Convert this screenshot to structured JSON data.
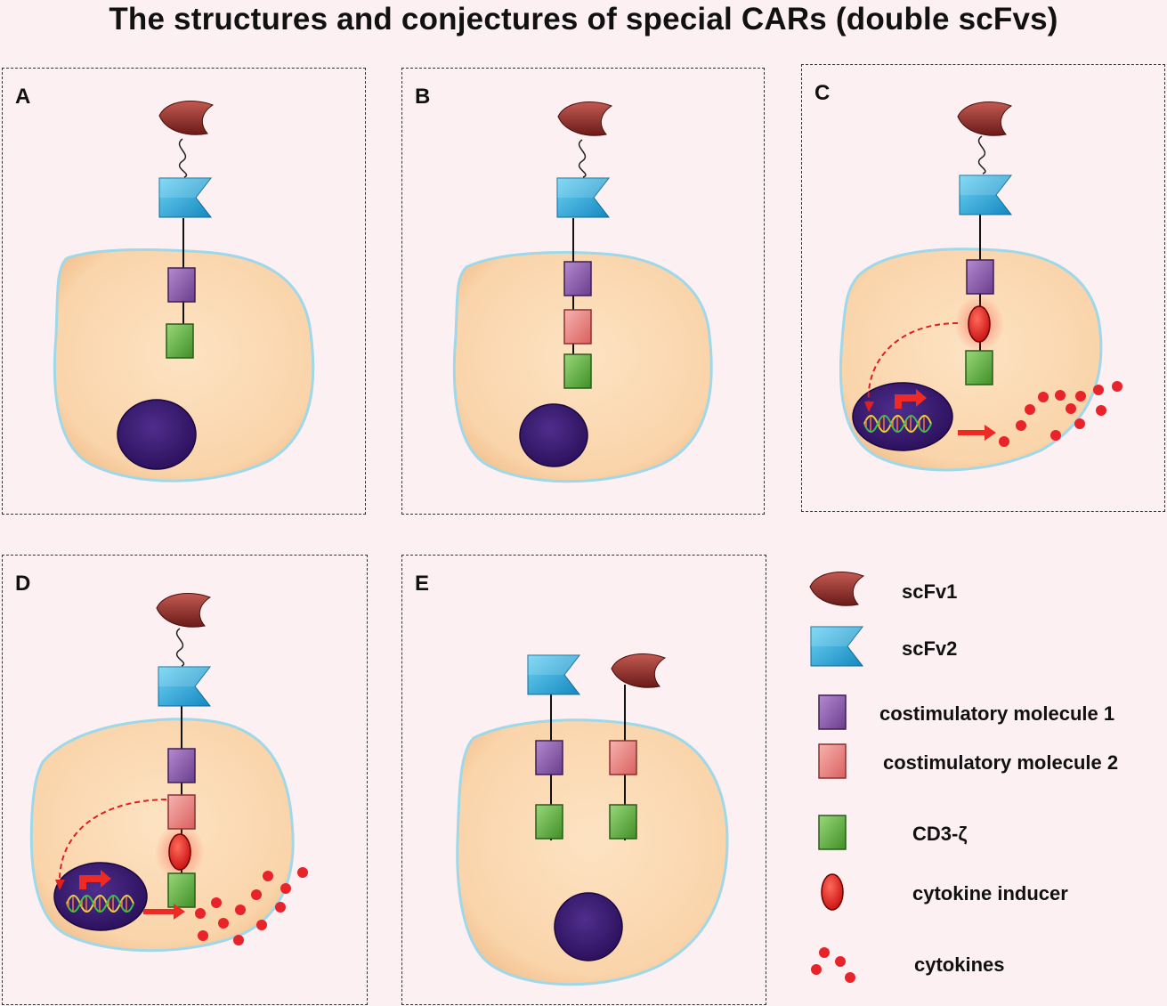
{
  "title": "The structures and conjectures of special CARs (double scFvs)",
  "panels": [
    {
      "label": "A"
    },
    {
      "label": "B"
    },
    {
      "label": "C"
    },
    {
      "label": "D"
    },
    {
      "label": "E"
    }
  ],
  "legend": {
    "scfv1": "scFv1",
    "scfv2": "scFv2",
    "costim1": "costimulatory molecule 1",
    "costim2": "costimulatory molecule 2",
    "cd3z": "CD3-ζ",
    "inducer": "cytokine inducer",
    "cytokines": "cytokines"
  },
  "colors": {
    "background": "#fcf0f3",
    "cell": "#fbd9b3",
    "membrane": "#8fd0e0",
    "nucleus": "#3a1a6e",
    "scfv1": "#8b2a26",
    "scfv2": "#1ea9d9",
    "costim1": "#8a55a8",
    "costim2": "#e9807f",
    "cd3z": "#5aa83a",
    "inducer": "#e01a1a",
    "cytokine": "#e8232a"
  }
}
